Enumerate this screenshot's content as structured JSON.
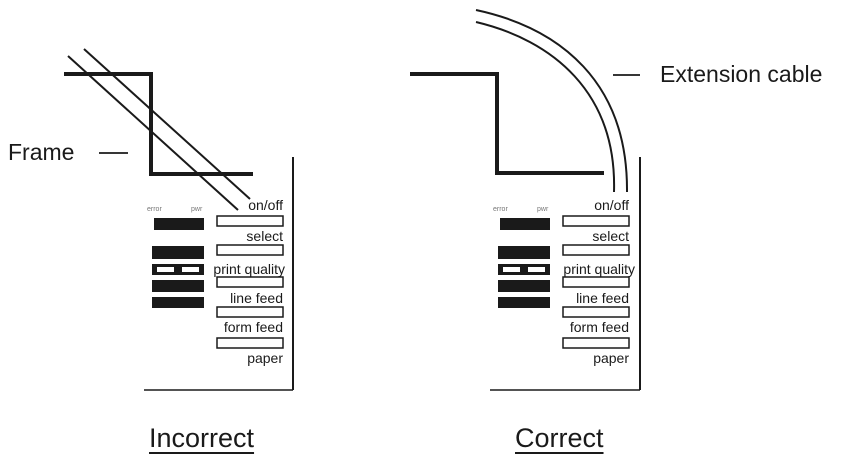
{
  "callouts": {
    "frame": "Frame",
    "extension_cable": "Extension cable"
  },
  "panel": {
    "indicator_labels": [
      "error",
      "pwr"
    ],
    "buttons": [
      "on/off",
      "select",
      "print quality",
      "line feed",
      "form feed",
      "paper"
    ]
  },
  "captions": {
    "incorrect": "Incorrect",
    "correct": "Correct"
  },
  "colors": {
    "ink": "#1a1a1a"
  }
}
